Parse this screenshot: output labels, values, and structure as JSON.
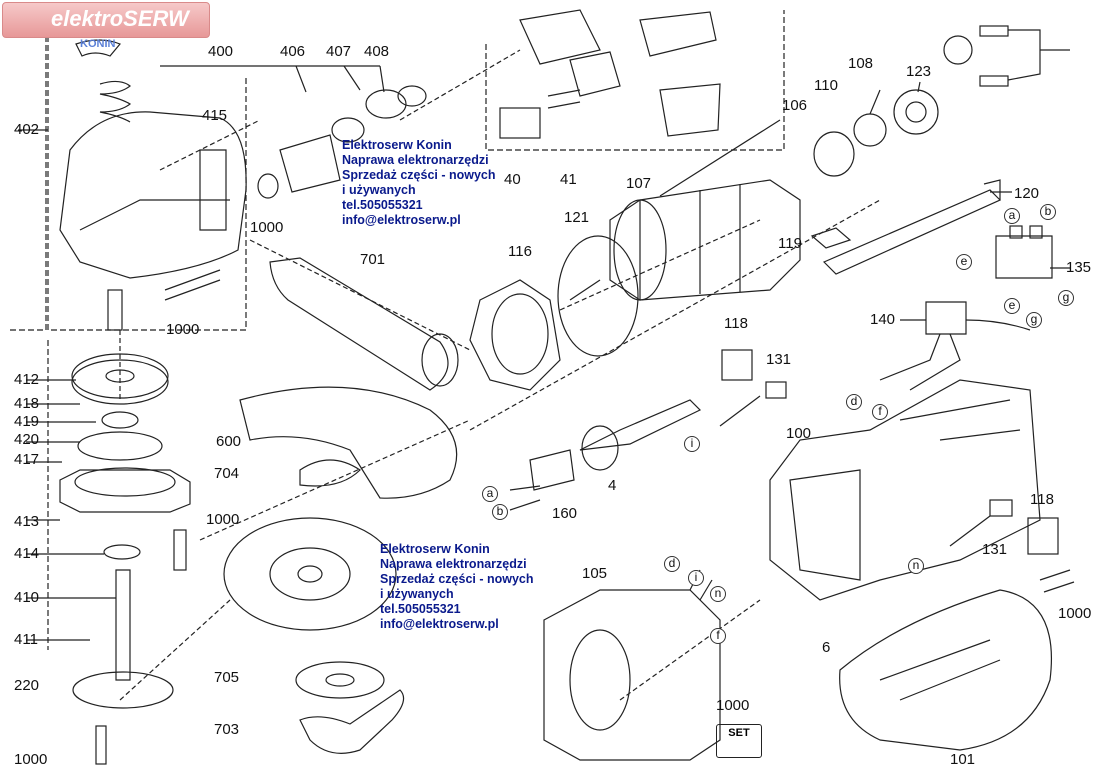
{
  "watermark": {
    "brand": "elektroSERW",
    "city": "KONIN",
    "lines": [
      "Elektroserw Konin",
      "Naprawa elektronarzędzi",
      "Sprzedaż części - nowych",
      "i używanych",
      "tel.505055321",
      "info@elektroserw.pl"
    ]
  },
  "part_labels": [
    "402",
    "400",
    "406",
    "407",
    "408",
    "415",
    "1000",
    "1000",
    "40",
    "41",
    "107",
    "106",
    "110",
    "108",
    "123",
    "120",
    "121",
    "116",
    "701",
    "119",
    "135",
    "140",
    "118",
    "131",
    "412",
    "418",
    "419",
    "420",
    "417",
    "600",
    "704",
    "1000",
    "4",
    "160",
    "100",
    "413",
    "414",
    "410",
    "411",
    "220",
    "705",
    "703",
    "1000",
    "105",
    "118",
    "131",
    "6",
    "1000",
    "1000",
    "101"
  ],
  "wire_letters": [
    "a",
    "b",
    "e",
    "e",
    "g",
    "g",
    "d",
    "f",
    "i",
    "a",
    "b",
    "d",
    "i",
    "n",
    "f",
    "n"
  ],
  "set_box": {
    "number": "1000",
    "text": "SET"
  }
}
